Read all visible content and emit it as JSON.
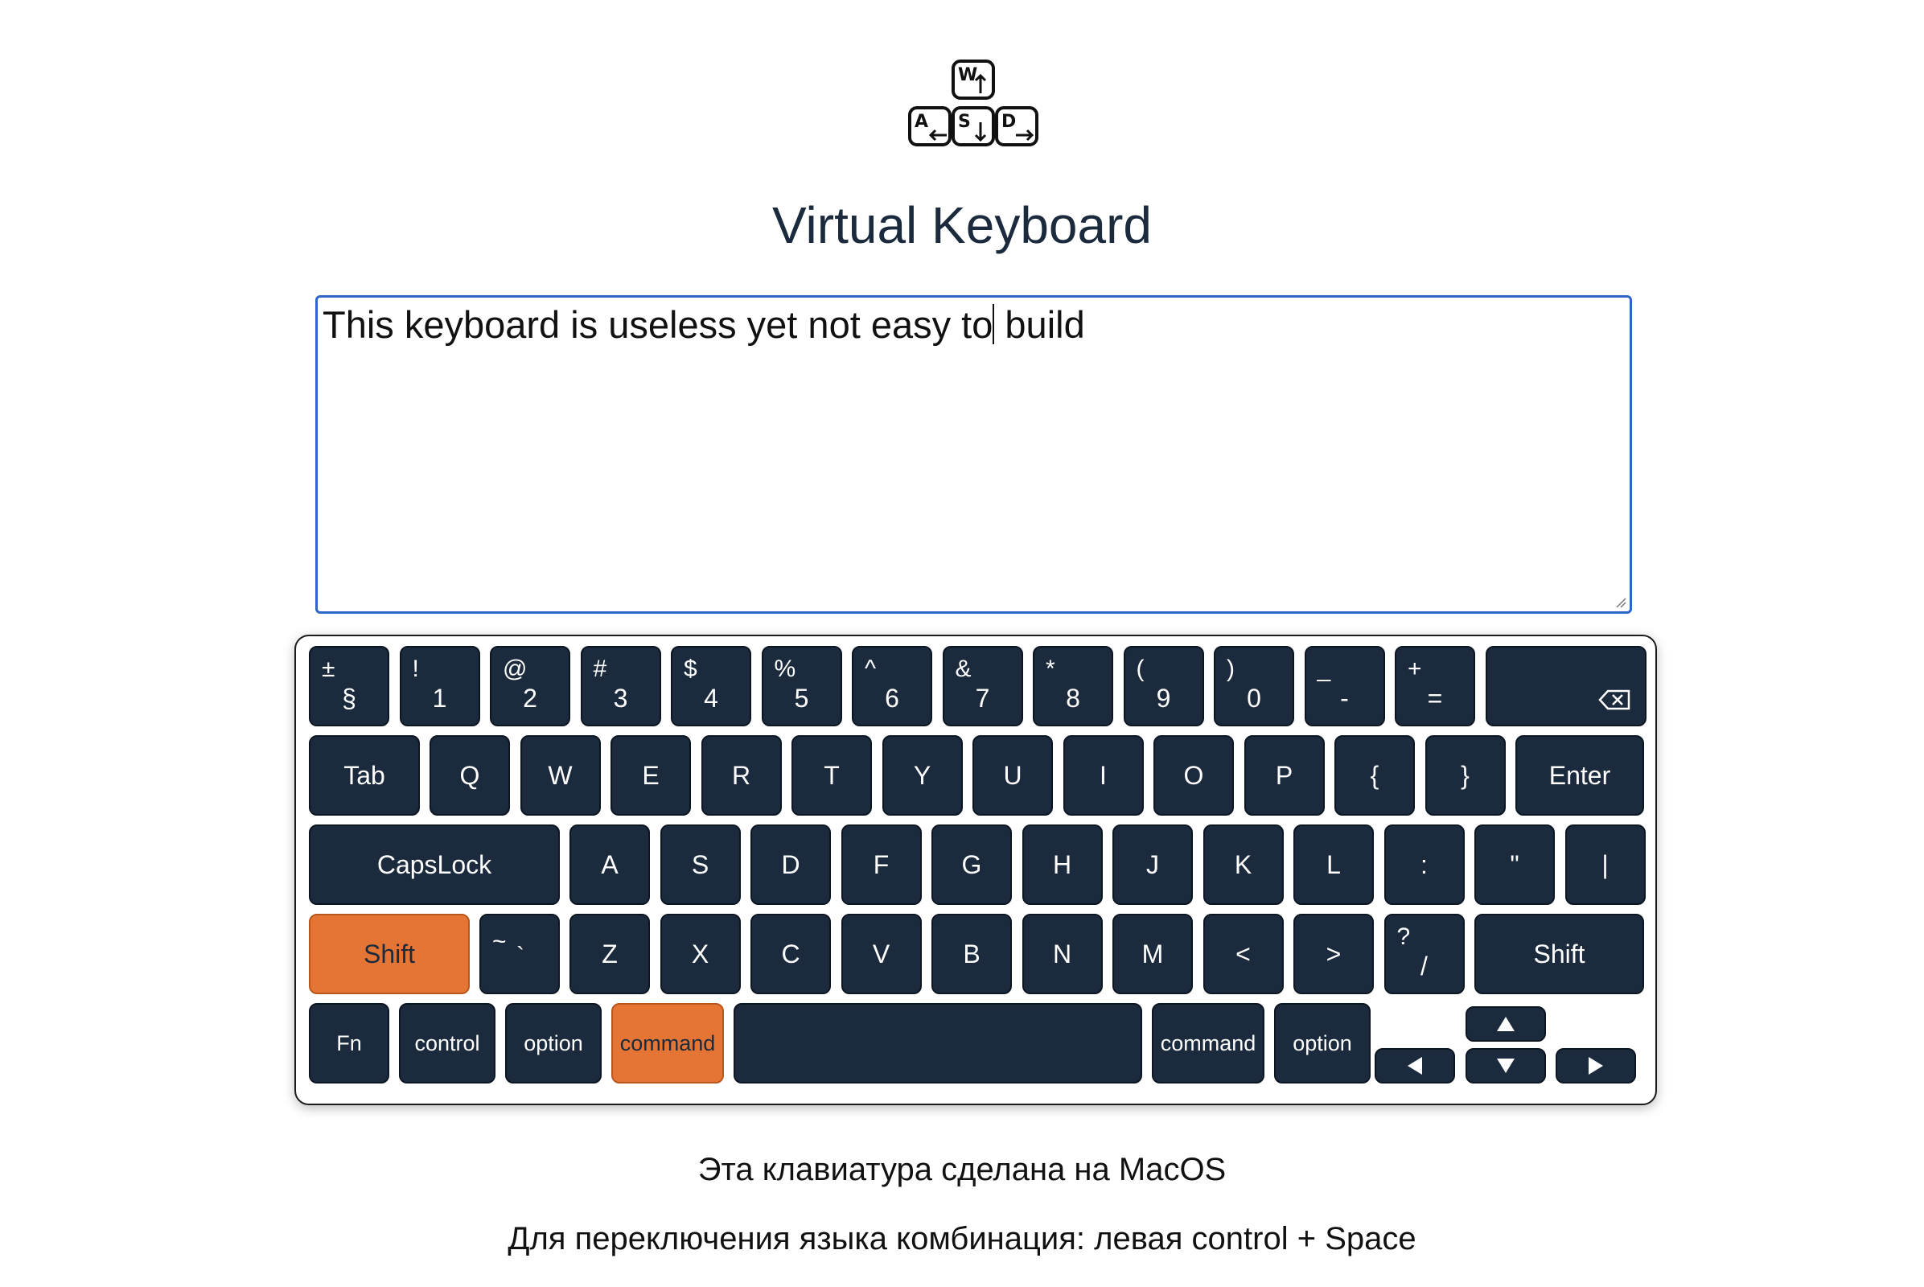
{
  "logo_keys": [
    "W",
    "A",
    "S",
    "D"
  ],
  "title": "Virtual Keyboard",
  "textarea": {
    "text_before_caret": "This keyboard is useless yet not easy to",
    "text_after_caret": " build"
  },
  "keyboard": {
    "row1": [
      {
        "top": "±",
        "bottom": "§"
      },
      {
        "top": "!",
        "bottom": "1"
      },
      {
        "top": "@",
        "bottom": "2"
      },
      {
        "top": "#",
        "bottom": "3"
      },
      {
        "top": "$",
        "bottom": "4"
      },
      {
        "top": "%",
        "bottom": "5"
      },
      {
        "top": "^",
        "bottom": "6"
      },
      {
        "top": "&",
        "bottom": "7"
      },
      {
        "top": "*",
        "bottom": "8"
      },
      {
        "top": "(",
        "bottom": "9"
      },
      {
        "top": ")",
        "bottom": "0"
      },
      {
        "top": "_",
        "bottom": "-"
      },
      {
        "top": "+",
        "bottom": "="
      }
    ],
    "backspace_icon": "backspace-icon",
    "tab": "Tab",
    "row2": [
      "Q",
      "W",
      "E",
      "R",
      "T",
      "Y",
      "U",
      "I",
      "O",
      "P",
      "{",
      "}"
    ],
    "enter": "Enter",
    "capslock": "CapsLock",
    "row3": [
      "A",
      "S",
      "D",
      "F",
      "G",
      "H",
      "J",
      "K",
      "L",
      ":",
      "\"",
      "|"
    ],
    "shift_left": "Shift",
    "tilde_top": "~",
    "tilde_bottom": "`",
    "row4": [
      "Z",
      "X",
      "C",
      "V",
      "B",
      "N",
      "M",
      "<",
      ">"
    ],
    "question_top": "?",
    "question_bottom": "/",
    "shift_right": "Shift",
    "fn": "Fn",
    "control": "control",
    "option_left": "option",
    "command_left": "command",
    "command_right": "command",
    "option_right": "option",
    "active_keys": [
      "Shift (left)",
      "command (left)"
    ],
    "active_color": "#e57535",
    "key_color": "#1b2b3d"
  },
  "footer": {
    "line1": "Эта клавиатура сделана на MacOS",
    "line2": "Для переключения языка комбинация: левая control + Space"
  }
}
